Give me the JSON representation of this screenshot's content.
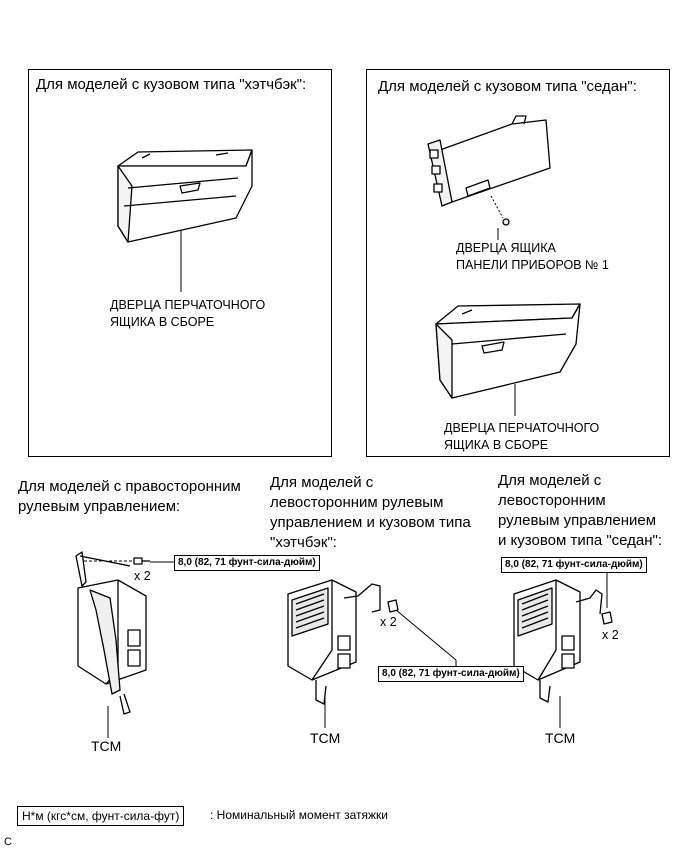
{
  "panels": {
    "hatchback": {
      "caption": "Для моделей с кузовом типа \"хэтчбэк\":",
      "part_label": "ДВЕРЦА ПЕРЧАТОЧНОГО\nЯЩИКА В СБОРЕ"
    },
    "sedan": {
      "caption": "Для моделей с кузовом типа \"седан\":",
      "door_label": "ДВЕРЦА ЯЩИКА\nПАНЕЛИ ПРИБОРОВ № 1",
      "part_label": "ДВЕРЦА ПЕРЧАТОЧНОГО\nЯЩИКА В СБОРЕ"
    }
  },
  "tcm_sections": {
    "rhd": {
      "caption": "Для моделей с правосторонним\nрулевым управлением:",
      "torque": "8,0 (82, 71 фунт-сила-дюйм)",
      "qty": "x 2",
      "tcm_label": "TCM"
    },
    "lhd_hatchback": {
      "caption": "Для моделей с\nлевосторонним рулевым\nуправлением и кузовом типа\n\"хэтчбэк\":",
      "torque": "8,0 (82, 71 фунт-сила-дюйм)",
      "qty": "x 2",
      "tcm_label": "TCM"
    },
    "lhd_sedan": {
      "caption": "Для моделей с\nлевосторонним\nрулевым управлением\nи кузовом типа \"седан\":",
      "torque": "8,0 (82, 71 фунт-сила-дюйм)",
      "qty": "x 2",
      "tcm_label": "TCM"
    }
  },
  "legend": {
    "unit_box": "Н*м (кгс*см, фунт-сила-фут)",
    "description": ": Номинальный момент затяжки"
  },
  "footer_code": "C"
}
